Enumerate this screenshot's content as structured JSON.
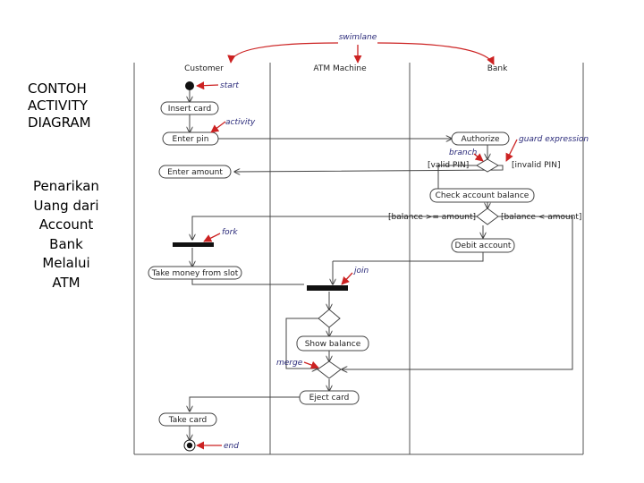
{
  "slide": {
    "title": "CONTOH\nACTIVITY\nDIAGRAM",
    "subtitle": "Penarikan\nUang dari\nAccount\nBank\nMelalui\nATM"
  },
  "swimlanes": {
    "customer": "Customer",
    "atm": "ATM Machine",
    "bank": "Bank"
  },
  "nodes": {
    "insert_card": "Insert card",
    "enter_pin": "Enter pin",
    "authorize": "Authorize",
    "enter_amount": "Enter amount",
    "check_balance": "Check account balance",
    "debit_account": "Debit account",
    "take_money": "Take money from slot",
    "show_balance": "Show balance",
    "eject_card": "Eject card",
    "take_card": "Take card"
  },
  "guards": {
    "valid_pin": "[valid PIN]",
    "invalid_pin": "[invalid PIN]",
    "balance_ge": "[balance >= amount]",
    "balance_lt": "[balance < amount]"
  },
  "annotations": {
    "swimlane": "swimlane",
    "start": "start",
    "activity": "activity",
    "guard_expression": "guard expression",
    "branch": "branch",
    "fork": "fork",
    "join": "join",
    "merge": "merge",
    "end": "end"
  },
  "colors": {
    "annotation_arrow": "#cc2222",
    "annotation_text": "#2a2a7a",
    "line": "#444444",
    "bar": "#111111"
  }
}
